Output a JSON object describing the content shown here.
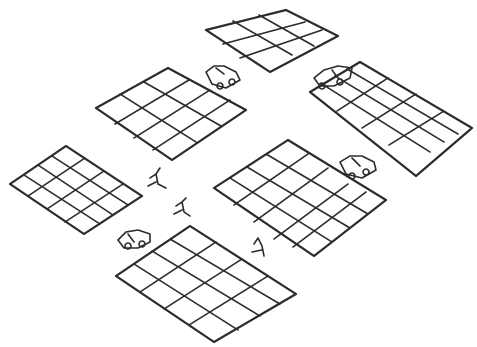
{
  "scene": {
    "kind": "hand-drawn isometric sketch",
    "ink_color": "#2b2b2b",
    "background": "#ffffff"
  },
  "grids": [
    {
      "id": "grid-top",
      "rows": 2,
      "cols": 3
    },
    {
      "id": "grid-upper-left",
      "rows": 3,
      "cols": 4
    },
    {
      "id": "grid-upper-right",
      "rows": 4,
      "cols": 4
    },
    {
      "id": "grid-left",
      "rows": 4,
      "cols": 4
    },
    {
      "id": "grid-center-right",
      "rows": 4,
      "cols": 5
    },
    {
      "id": "grid-bottom",
      "rows": 4,
      "cols": 4
    }
  ],
  "figures": [
    {
      "id": "car-top-left",
      "icon": "car-icon"
    },
    {
      "id": "car-top-right",
      "icon": "car-icon"
    },
    {
      "id": "car-right",
      "icon": "car-icon"
    },
    {
      "id": "car-bottom-left",
      "icon": "car-icon"
    },
    {
      "id": "person-left-1",
      "icon": "person-icon"
    },
    {
      "id": "person-left-2",
      "icon": "person-icon"
    },
    {
      "id": "person-bottom",
      "icon": "person-icon"
    }
  ]
}
